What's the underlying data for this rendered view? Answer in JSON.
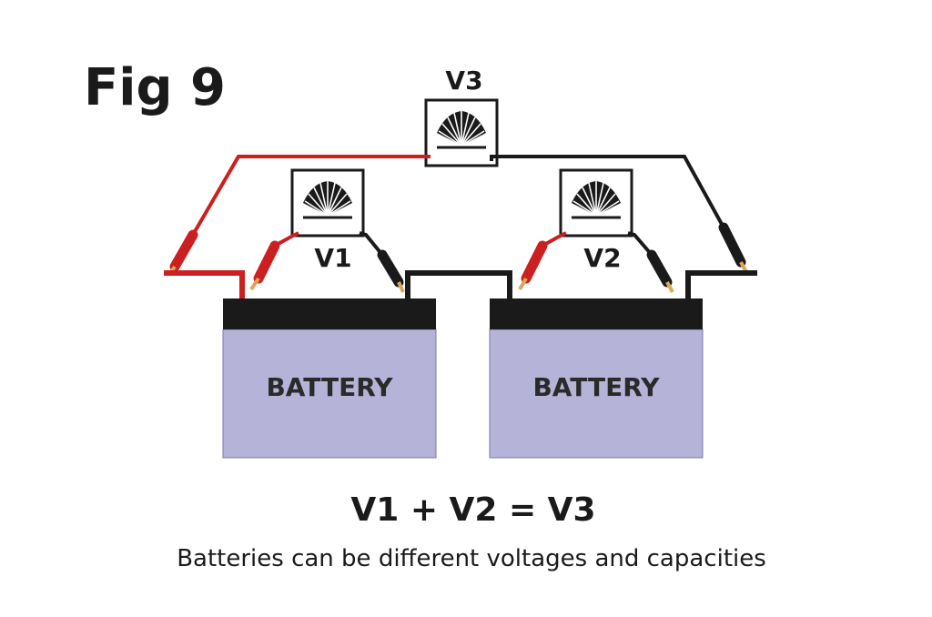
{
  "figure": {
    "title": "Fig 9"
  },
  "meters": {
    "v1": {
      "label": "V1"
    },
    "v2": {
      "label": "V2"
    },
    "v3": {
      "label": "V3"
    }
  },
  "batteries": [
    {
      "label": "BATTERY"
    },
    {
      "label": "BATTERY"
    }
  ],
  "equation": "V1 + V2 = V3",
  "caption": "Batteries can be different voltages and capacities",
  "colors": {
    "positive_lead": "#cc1f1f",
    "negative_lead": "#1a1a1a",
    "battery_body": "#b6b3d9",
    "battery_top": "#1a1a1a",
    "probe_tip": "#d9a85a"
  }
}
